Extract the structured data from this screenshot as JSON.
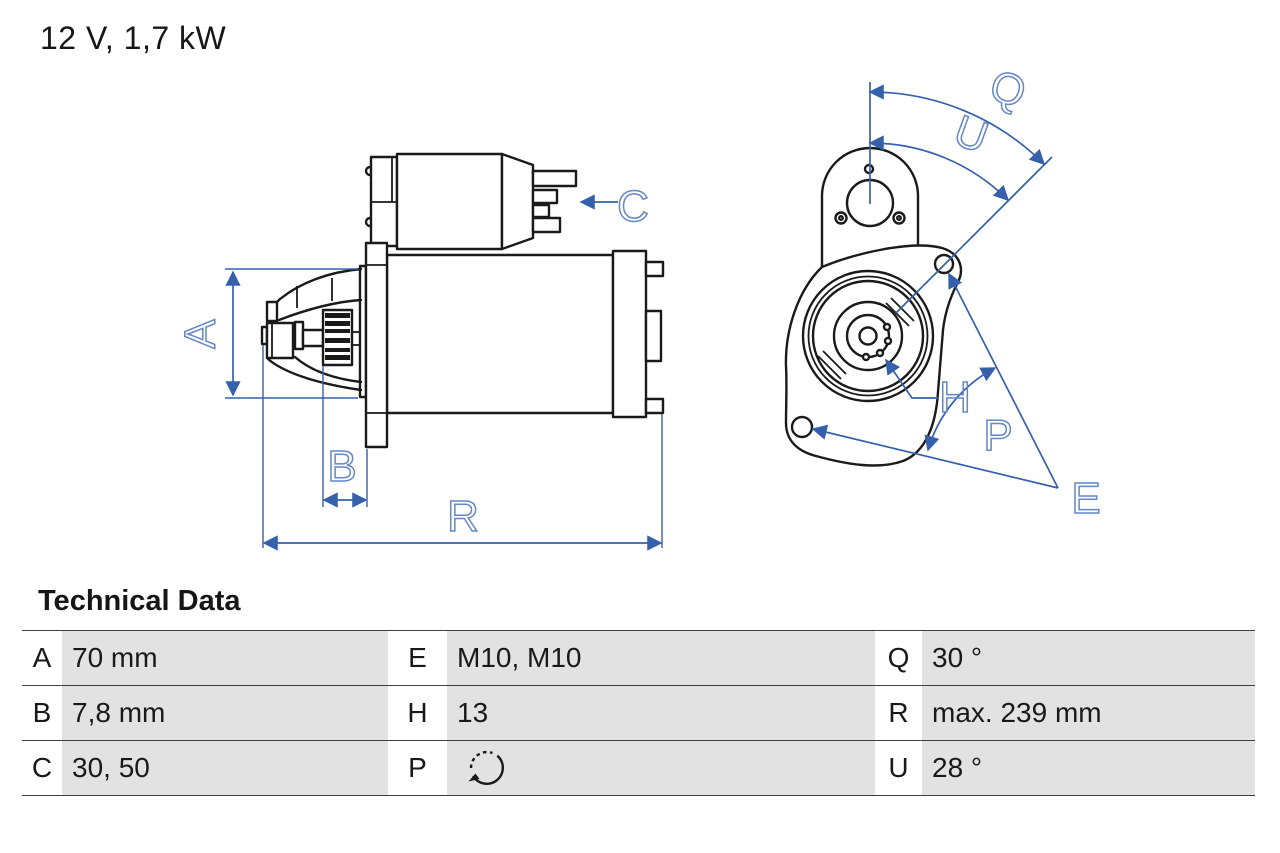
{
  "header": {
    "title": "12 V, 1,7 kW"
  },
  "table": {
    "title": "Technical Data",
    "rows": [
      {
        "cells": [
          {
            "key": "A",
            "value": "70 mm"
          },
          {
            "key": "E",
            "value": "M10, M10"
          },
          {
            "key": "Q",
            "value": "30 °"
          }
        ]
      },
      {
        "cells": [
          {
            "key": "B",
            "value": "7,8 mm"
          },
          {
            "key": "H",
            "value": "13"
          },
          {
            "key": "R",
            "value": "max. 239 mm"
          }
        ]
      },
      {
        "cells": [
          {
            "key": "C",
            "value": "30, 50"
          },
          {
            "key": "P",
            "value": "",
            "icon": "rotation-direction-icon"
          },
          {
            "key": "U",
            "value": "28 °"
          }
        ]
      }
    ]
  },
  "drawing": {
    "labels": {
      "a": "A",
      "b": "B",
      "c": "C",
      "r": "R",
      "q": "Q",
      "u": "U",
      "h": "H",
      "p": "P",
      "e": "E"
    }
  },
  "colors": {
    "dimension_blue": "#3560ac",
    "letter_blue": "#6487c5",
    "part_line": "#1a1a1a",
    "table_gray": "#e2e2e2"
  }
}
